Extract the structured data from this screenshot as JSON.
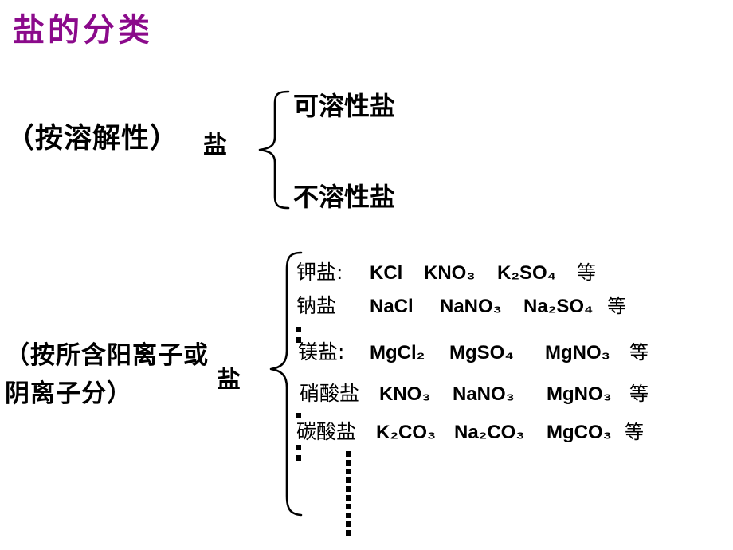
{
  "slide": {
    "title": "盐的分类",
    "title_color": "#8b0a8b",
    "background_color": "#ffffff"
  },
  "section_solubility": {
    "criterion_label": "（按溶解性）",
    "root_label": "盐",
    "branches": [
      "可溶性盐",
      "不溶性盐"
    ]
  },
  "section_ions": {
    "criterion_label": "（按所含阳离子或阴离子分）",
    "root_label": "盐",
    "rows": [
      {
        "name": "钾盐:",
        "formulas": [
          "KCl",
          "KNO3",
          "K2SO4"
        ],
        "formulas_display": [
          "KCl",
          "KNO₃",
          "K₂SO₄"
        ],
        "suffix": "等"
      },
      {
        "name": "钠盐",
        "formulas": [
          "NaCl",
          "NaNO3",
          "Na2SO4"
        ],
        "formulas_display": [
          "NaCl",
          "NaNO₃",
          "Na₂SO₄"
        ],
        "suffix": "等"
      },
      {
        "name": "镁盐:",
        "formulas": [
          "MgCl2",
          "MgSO4",
          "MgNO3"
        ],
        "formulas_display": [
          "MgCl₂",
          "MgSO₄",
          "MgNO₃"
        ],
        "suffix": "等"
      },
      {
        "name": "硝酸盐",
        "formulas": [
          "KNO3",
          "NaNO3",
          "MgNO3"
        ],
        "formulas_display": [
          "KNO₃",
          "NaNO₃",
          "MgNO₃"
        ],
        "suffix": "等"
      },
      {
        "name": "碳酸盐",
        "formulas": [
          "K2CO3",
          "Na2CO3",
          "MgCO3"
        ],
        "formulas_display": [
          "K₂CO₃",
          "Na₂CO₃",
          "MgCO₃"
        ],
        "suffix": "等"
      }
    ],
    "ellipsis_marks": [
      {
        "name": "ellipsis-above-magnesium",
        "dots": 2
      },
      {
        "name": "ellipsis-above-carbonate",
        "dots": 1
      },
      {
        "name": "ellipsis-below-carbonate",
        "dots": 2
      },
      {
        "name": "ellipsis-column-continuation",
        "dots": 10
      }
    ]
  }
}
